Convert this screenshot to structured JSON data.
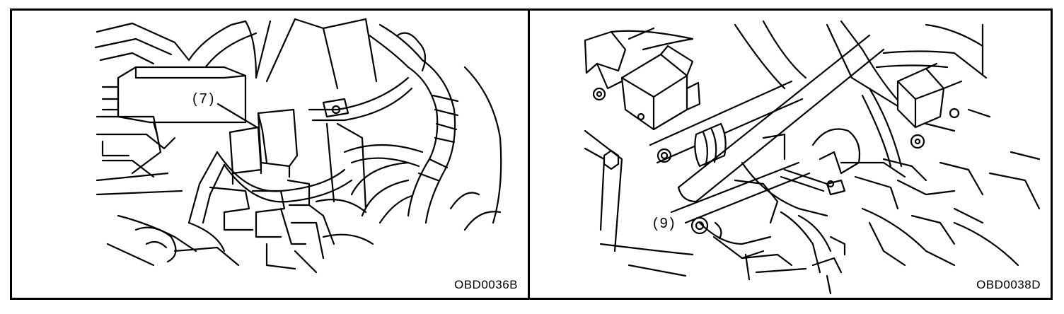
{
  "figures": [
    {
      "callout": "(7)",
      "code": "OBD0036B"
    },
    {
      "callout": "(9)",
      "code": "OBD0038D"
    }
  ]
}
